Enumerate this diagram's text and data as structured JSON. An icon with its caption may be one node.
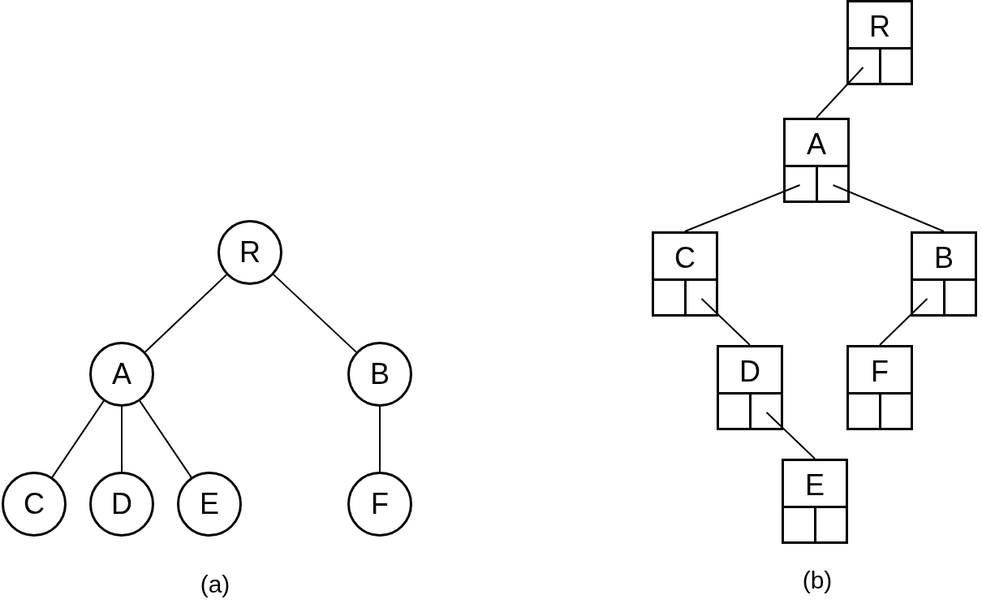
{
  "diagram": {
    "nodes": [
      {
        "text": [
          "R"
        ]
      },
      {
        "text": [
          "A"
        ]
      },
      {
        "text": [
          "B"
        ]
      },
      {
        "text": [
          "C"
        ]
      },
      {
        "text": [
          "D"
        ]
      },
      {
        "text": [
          "E"
        ]
      },
      {
        "text": [
          "F"
        ]
      },
      {
        "text": [
          "R"
        ]
      },
      {
        "text": [
          "A"
        ]
      },
      {
        "text": [
          "C"
        ]
      },
      {
        "text": [
          "B"
        ]
      },
      {
        "text": [
          "D"
        ]
      },
      {
        "text": [
          "F"
        ]
      },
      {
        "text": [
          "E"
        ]
      }
    ],
    "edges": [
      {
        "from": 0,
        "to": 1,
        "arrow": "none"
      },
      {
        "from": 0,
        "to": 2,
        "arrow": "none"
      },
      {
        "from": 1,
        "to": 3,
        "arrow": "none"
      },
      {
        "from": 1,
        "to": 4,
        "arrow": "none"
      },
      {
        "from": 1,
        "to": 5,
        "arrow": "none"
      },
      {
        "from": 2,
        "to": 6,
        "arrow": "none"
      },
      {
        "from": 7,
        "to": 8,
        "arrow": "none"
      },
      {
        "from": 8,
        "to": 9,
        "arrow": "none"
      },
      {
        "from": 8,
        "to": 10,
        "arrow": "none"
      },
      {
        "from": 9,
        "to": 11,
        "arrow": "none"
      },
      {
        "from": 10,
        "to": 12,
        "arrow": "none"
      },
      {
        "from": 11,
        "to": 13,
        "arrow": "none"
      }
    ],
    "labels": [
      "(a)",
      "(b)"
    ]
  }
}
